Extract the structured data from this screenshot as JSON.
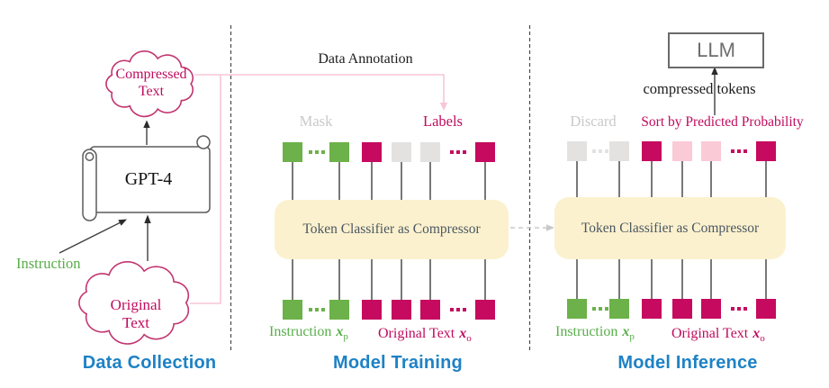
{
  "colors": {
    "green": "#6cb149",
    "crimson": "#c50a5f",
    "gray": "#e3e2e0",
    "pink": "#facad6",
    "accent_blue": "#1e82c5",
    "cream_box": "#fcf1ce",
    "pink_line": "#f9c6d6",
    "text_green": "#58ad49",
    "text_crimson": "#c00b5e",
    "text_gray": "#c9c9c9"
  },
  "left_panel": {
    "title": "Data Collection",
    "compressed_cloud_line1": "Compressed",
    "compressed_cloud_line2": "Text",
    "gpt4_label": "GPT-4",
    "instruction_label": "Instruction",
    "original_cloud_line1": "Original",
    "original_cloud_line2": "Text"
  },
  "middle_panel": {
    "title": "Model Training",
    "data_annotation": "Data Annotation",
    "mask_label": "Mask",
    "labels_label": "Labels",
    "classifier_label": "Token Classifier as Compressor",
    "instruction_legend": {
      "text": "Instruction",
      "var": "x",
      "sub": "p"
    },
    "original_legend": {
      "text": "Original Text",
      "var": "x",
      "sub": "o"
    }
  },
  "right_panel": {
    "title": "Model Inference",
    "llm_label": "LLM",
    "compressed_tokens_label": "compressed tokens",
    "discard_label": "Discard",
    "sort_label": "Sort by Predicted Probability",
    "classifier_label": "Token Classifier as Compressor",
    "instruction_legend": {
      "text": "Instruction",
      "var": "x",
      "sub": "p"
    },
    "original_legend": {
      "text": "Original Text",
      "var": "x",
      "sub": "o"
    }
  },
  "token_rows": {
    "train_top": [
      {
        "kind": "square",
        "color": "green"
      },
      {
        "kind": "dots",
        "color": "green"
      },
      {
        "kind": "square",
        "color": "green"
      },
      {
        "kind": "square",
        "color": "crimson"
      },
      {
        "kind": "square",
        "color": "gray"
      },
      {
        "kind": "square",
        "color": "gray"
      },
      {
        "kind": "dots",
        "color": "crimson"
      },
      {
        "kind": "square",
        "color": "crimson"
      }
    ],
    "train_bottom": [
      {
        "kind": "square",
        "color": "green"
      },
      {
        "kind": "dots",
        "color": "green"
      },
      {
        "kind": "square",
        "color": "green"
      },
      {
        "kind": "square",
        "color": "crimson"
      },
      {
        "kind": "square",
        "color": "crimson"
      },
      {
        "kind": "square",
        "color": "crimson"
      },
      {
        "kind": "dots",
        "color": "crimson"
      },
      {
        "kind": "square",
        "color": "crimson"
      }
    ],
    "infer_top": [
      {
        "kind": "square",
        "color": "gray"
      },
      {
        "kind": "dots",
        "color": "gray"
      },
      {
        "kind": "square",
        "color": "gray"
      },
      {
        "kind": "square",
        "color": "crimson"
      },
      {
        "kind": "square",
        "color": "pink"
      },
      {
        "kind": "square",
        "color": "pink"
      },
      {
        "kind": "dots",
        "color": "crimson"
      },
      {
        "kind": "square",
        "color": "crimson"
      }
    ],
    "infer_bottom": [
      {
        "kind": "square",
        "color": "green"
      },
      {
        "kind": "dots",
        "color": "green"
      },
      {
        "kind": "square",
        "color": "green"
      },
      {
        "kind": "square",
        "color": "crimson"
      },
      {
        "kind": "square",
        "color": "crimson"
      },
      {
        "kind": "square",
        "color": "crimson"
      },
      {
        "kind": "dots",
        "color": "crimson"
      },
      {
        "kind": "square",
        "color": "crimson"
      }
    ]
  }
}
